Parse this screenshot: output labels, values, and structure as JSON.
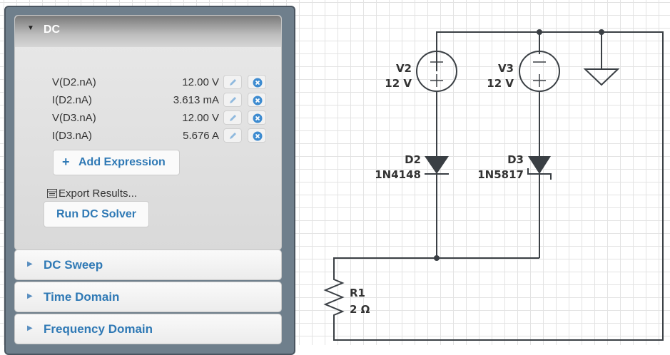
{
  "panel": {
    "dc": {
      "title": "DC",
      "rows": [
        {
          "name": "V(D2.nA)",
          "value": "12.00 V"
        },
        {
          "name": "I(D2.nA)",
          "value": "3.613 mA"
        },
        {
          "name": "V(D3.nA)",
          "value": "12.00 V"
        },
        {
          "name": "I(D3.nA)",
          "value": "5.676 A"
        }
      ],
      "add_expression": "Add Expression",
      "add_icon": "+",
      "export": "Export Results...",
      "run": "Run DC Solver"
    },
    "sections": [
      "DC Sweep",
      "Time Domain",
      "Frequency Domain"
    ]
  },
  "schematic": {
    "components": {
      "v2": {
        "name": "V2",
        "value": "12 V"
      },
      "v3": {
        "name": "V3",
        "value": "12 V"
      },
      "d2": {
        "name": "D2",
        "part": "1N4148"
      },
      "d3": {
        "name": "D3",
        "part": "1N5817"
      },
      "r1": {
        "name": "R1",
        "value": "2 Ω"
      }
    }
  },
  "icons": {
    "collapse": "caret-down-icon",
    "expand": "caret-right-icon",
    "edit": "pencil-icon",
    "delete": "close-circle-icon",
    "export": "table-icon"
  },
  "colors": {
    "accent": "#2f79b5",
    "wire": "#3a3f44",
    "panel": "#6f7f8c"
  }
}
